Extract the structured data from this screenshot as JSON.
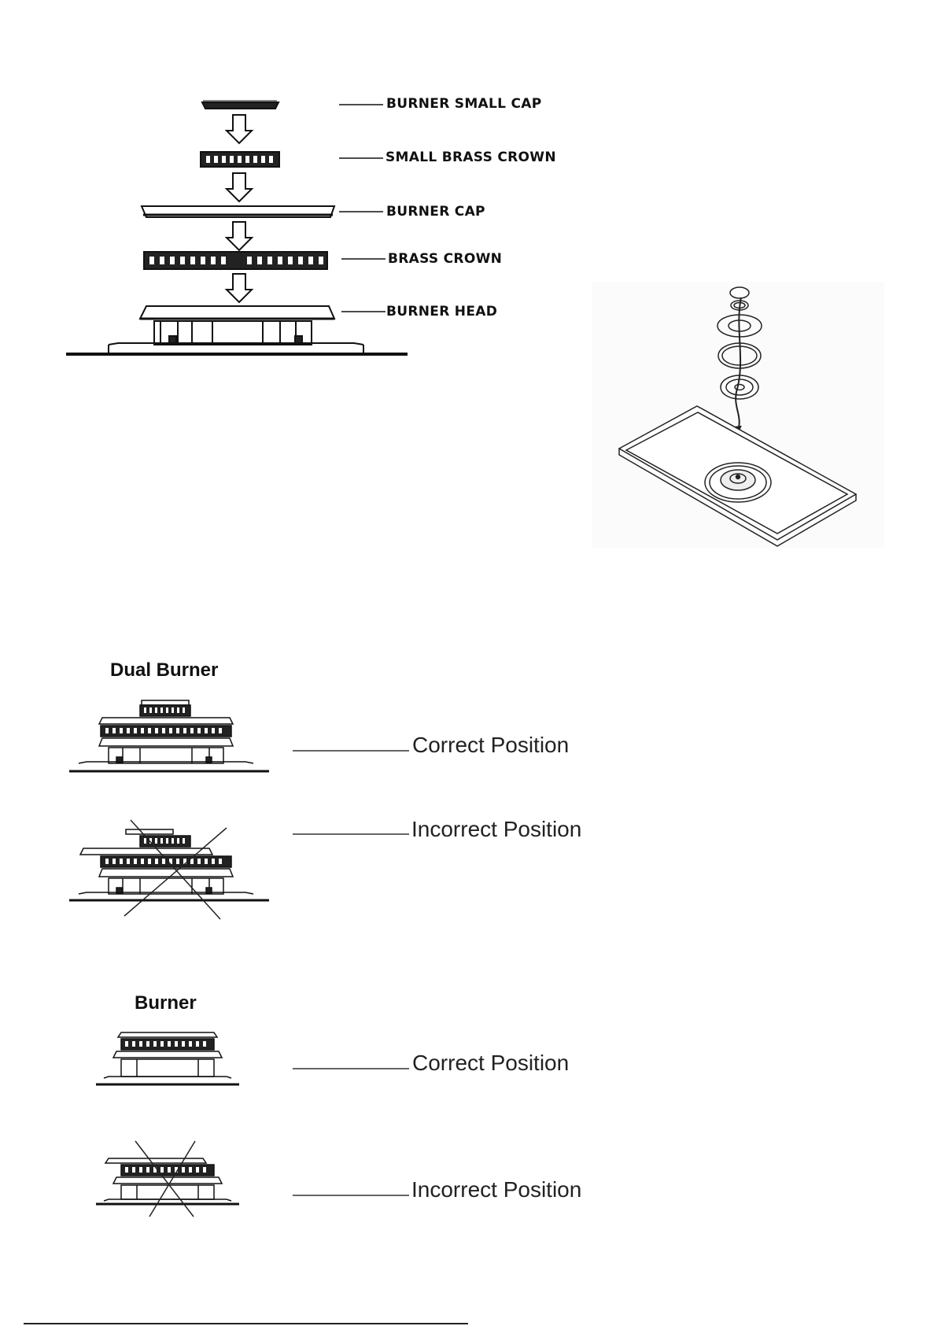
{
  "exploded_diagram": {
    "labels": {
      "small_cap": "BURNER SMALL CAP",
      "small_crown": "SMALL BRASS CROWN",
      "cap": "BURNER CAP",
      "crown": "BRASS CROWN",
      "head": "BURNER HEAD"
    }
  },
  "dual_burner": {
    "heading": "Dual Burner",
    "correct_label": "Correct Position",
    "incorrect_label": "Incorrect Position"
  },
  "burner": {
    "heading": "Burner",
    "correct_label": "Correct Position",
    "incorrect_label": "Incorrect Position"
  }
}
